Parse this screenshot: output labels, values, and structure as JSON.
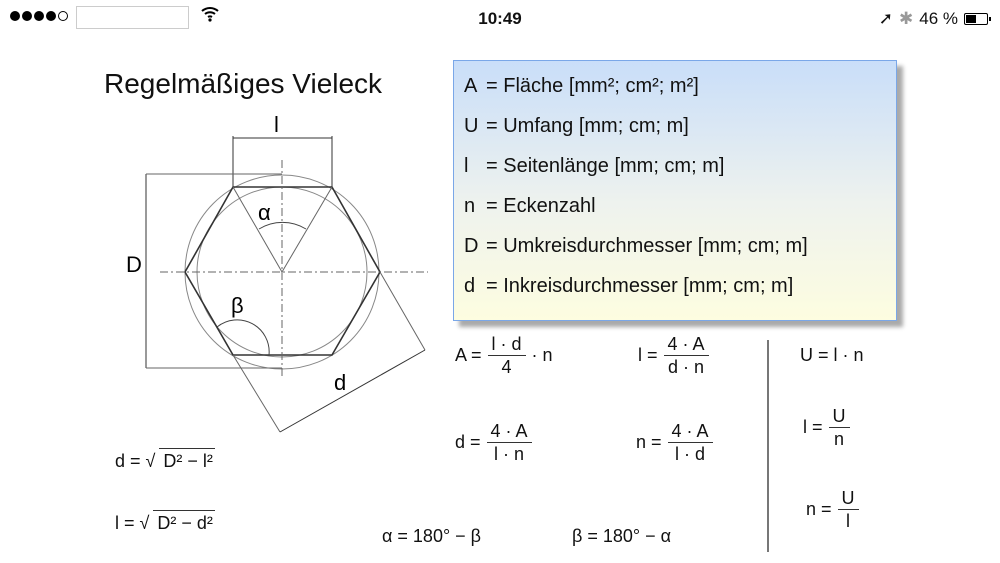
{
  "status": {
    "time": "10:49",
    "battery": "46 %",
    "battery_level": 0.46,
    "signal_bars": 4
  },
  "title": "Regelmäßiges Vieleck",
  "diagram": {
    "l": "l",
    "D": "D",
    "d": "d",
    "alpha": "α",
    "beta": "β"
  },
  "legend": [
    {
      "k": "A",
      "v": "= Fläche [mm²; cm²; m²]"
    },
    {
      "k": "U",
      "v": "= Umfang [mm; cm; m]"
    },
    {
      "k": "l",
      "v": "= Seitenlänge [mm; cm; m]"
    },
    {
      "k": "n",
      "v": "= Eckenzahl"
    },
    {
      "k": "D",
      "v": "= Umkreisdurchmesser [mm; cm; m]"
    },
    {
      "k": "d",
      "v": "= Inkreisdurchmesser [mm; cm; m]"
    }
  ],
  "formulas": {
    "A": {
      "lhs": "A =",
      "num": "l · d",
      "den": "4",
      "tail": "· n"
    },
    "l1": {
      "lhs": "l =",
      "num": "4 · A",
      "den": "d · n"
    },
    "d": {
      "lhs": "d =",
      "num": "4 · A",
      "den": "l · n"
    },
    "n1": {
      "lhs": "n =",
      "num": "4 · A",
      "den": "l · d"
    },
    "U": {
      "text": "U = l · n"
    },
    "l2": {
      "lhs": "l =",
      "num": "U",
      "den": "n"
    },
    "n2": {
      "lhs": "n =",
      "num": "U",
      "den": "l"
    },
    "alpha": "α = 180° − β",
    "beta": "β = 180° − α",
    "dsqrt": {
      "lhs": "d = √",
      "rad": "D² − l²"
    },
    "lsqrt": {
      "lhs": "l = √",
      "rad": "D² − d²"
    }
  }
}
